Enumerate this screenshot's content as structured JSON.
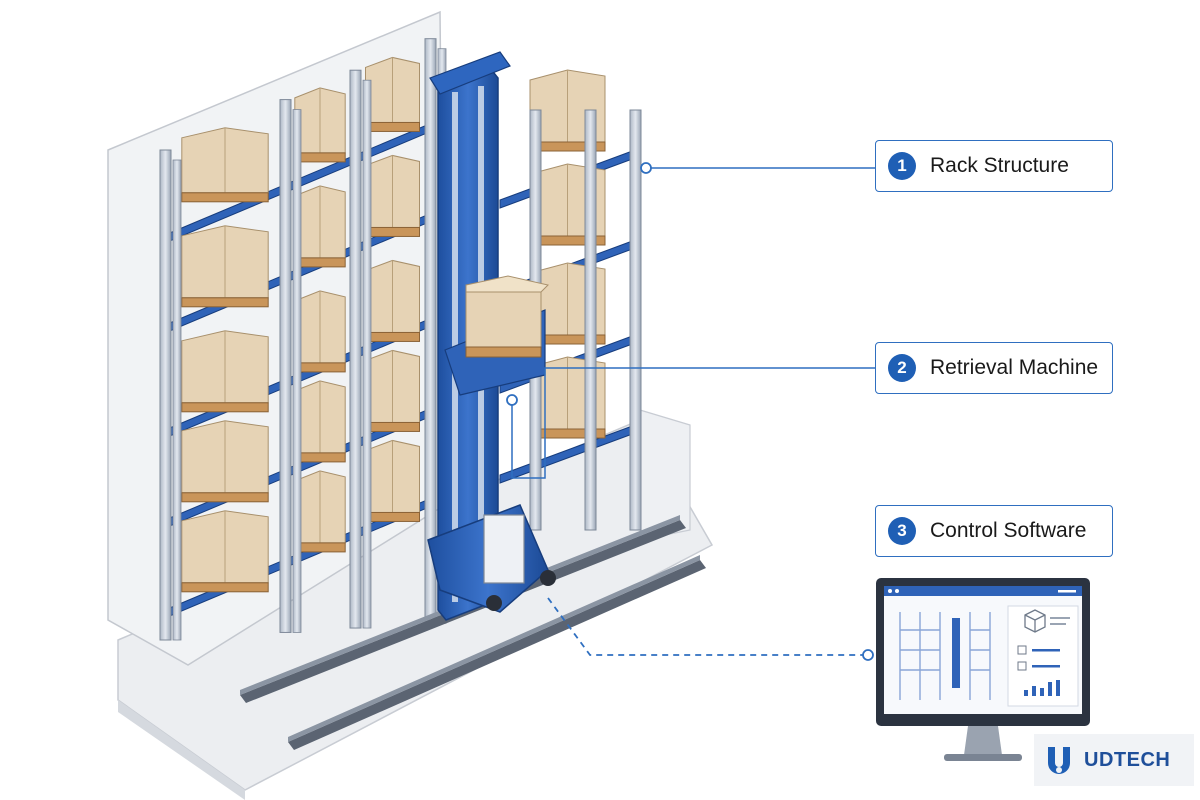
{
  "callouts": [
    {
      "number": "1",
      "label": "Rack Structure"
    },
    {
      "number": "2",
      "label": "Retrieval Machine"
    },
    {
      "number": "3",
      "label": "Control Software"
    }
  ],
  "logo": {
    "text": "UDTECH"
  },
  "colors": {
    "accent": "#1f5fb5",
    "callout_border": "#2f6fc0",
    "rack_blue": "#2f63b8",
    "upright_steel": "#c9d1dc",
    "carton": "#e6d3b5",
    "pallet": "#c9955a",
    "floor": "#eceef1"
  },
  "icons": [
    "cube-icon",
    "checkbox-icon",
    "bar-chart-icon",
    "gear-logo-icon"
  ]
}
